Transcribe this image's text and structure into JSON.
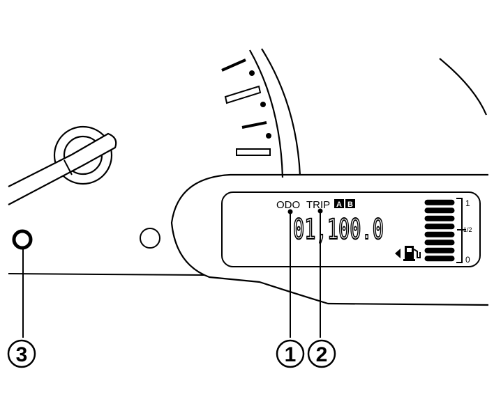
{
  "display": {
    "odo_label": "ODO",
    "trip_label": "TRIP",
    "trip_a": "A",
    "trip_b": "B",
    "odometer_value": "01,100.0"
  },
  "fuel_gauge": {
    "full_label": "1",
    "half_label": "1/2",
    "empty_label": "0",
    "icon": "fuel-pump-icon",
    "pointer_icon": "left-arrow-icon",
    "level_fraction": 1.0,
    "segment_count": 8
  },
  "callouts": {
    "one": "1",
    "two": "2",
    "three": "3"
  },
  "colors": {
    "ink": "#000000",
    "paper": "#ffffff"
  }
}
